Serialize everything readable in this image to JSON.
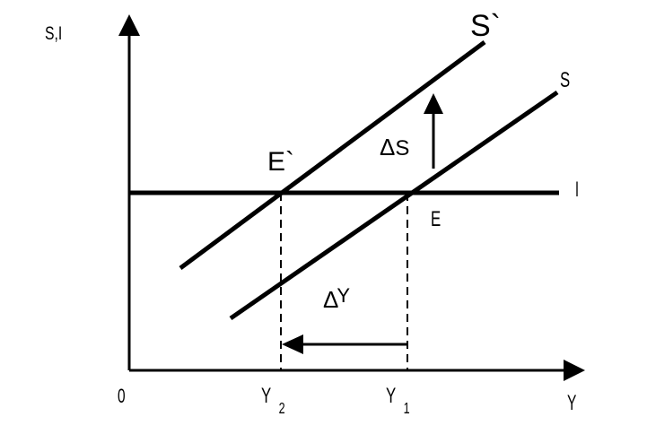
{
  "axes": {
    "y_label": "S,I",
    "x_label": "Y",
    "origin_label": "0"
  },
  "curves": {
    "saving_original": "S",
    "saving_shifted": "S`",
    "investment": "I"
  },
  "points": {
    "original_equilibrium": "E",
    "new_equilibrium": "E`"
  },
  "x_ticks": {
    "y1": {
      "base": "Y",
      "sub": "1"
    },
    "y2": {
      "base": "Y",
      "sub": "2"
    }
  },
  "annotations": {
    "delta_s": {
      "sym": "Δ",
      "text": "S"
    },
    "delta_y": {
      "sym": "Δ",
      "text": "Y"
    }
  }
}
